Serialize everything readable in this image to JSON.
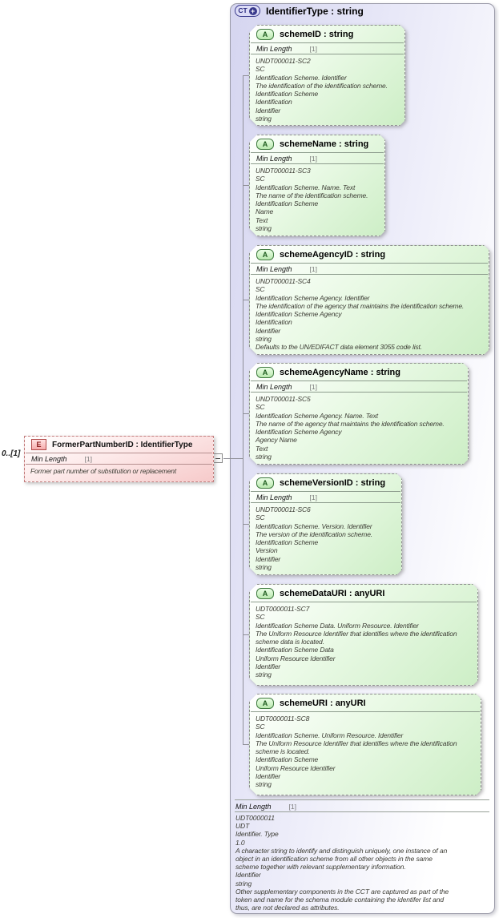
{
  "colors": {
    "container_fill": "#d5d5f0",
    "attribute_fill": "#cdeec6",
    "attribute_border": "#8f8f8f",
    "element_fill": "#f6caca",
    "element_border": "#c27d7d",
    "icon_green": "#3f7a3f",
    "icon_red": "#b24a4a",
    "icon_navy": "#39398c"
  },
  "element": {
    "icon_label": "E",
    "title": "FormerPartNumberID : IdentifierType",
    "cardinality": "0..[1]",
    "facet_name": "Min Length",
    "facet_value": "[1]",
    "annotation": "Former part number of substitution or replacement"
  },
  "ct": {
    "icon_label": "CT",
    "icon_plus": "+",
    "title": "IdentifierType : string",
    "facet_name": "Min Length",
    "facet_value": "[1]",
    "annotation": "UDT0000011\nUDT\nIdentifier. Type\n1.0\nA character string to identify and distinguish uniquely, one instance of an\nobject in an identification scheme from all other objects in the same\nscheme together with relevant supplementary information.\nIdentifier\nstring\nOther supplementary components in the CCT are captured as part of the\ntoken and name for the schema module containing the identifer list and\nthus, are not declared as attributes.",
    "attributes": [
      {
        "icon_label": "A",
        "title": "schemeID : string",
        "facet_name": "Min Length",
        "facet_value": "[1]",
        "annotation": "UNDT000011-SC2\nSC\nIdentification Scheme. Identifier\nThe identification of the identification scheme.\nIdentification Scheme\nIdentification\nIdentifier\nstring"
      },
      {
        "icon_label": "A",
        "title": "schemeName : string",
        "facet_name": "Min Length",
        "facet_value": "[1]",
        "annotation": "UNDT000011-SC3\nSC\nIdentification Scheme. Name. Text\nThe name of the identification scheme.\nIdentification Scheme\nName\nText\nstring"
      },
      {
        "icon_label": "A",
        "title": "schemeAgencyID : string",
        "facet_name": "Min Length",
        "facet_value": "[1]",
        "annotation": "UNDT000011-SC4\nSC\nIdentification Scheme Agency. Identifier\nThe identification of the agency that maintains the identification scheme.\nIdentification Scheme Agency\nIdentification\nIdentifier\nstring\nDefaults to the UN/EDIFACT data element 3055 code list."
      },
      {
        "icon_label": "A",
        "title": "schemeAgencyName : string",
        "facet_name": "Min Length",
        "facet_value": "[1]",
        "annotation": "UNDT000011-SC5\nSC\nIdentification Scheme Agency. Name. Text\nThe name of the agency that maintains the identification scheme.\nIdentification Scheme Agency\nAgency Name\nText\nstring"
      },
      {
        "icon_label": "A",
        "title": "schemeVersionID : string",
        "facet_name": "Min Length",
        "facet_value": "[1]",
        "annotation": "UNDT000011-SC6\nSC\nIdentification Scheme. Version. Identifier\nThe version of the identification scheme.\nIdentification Scheme\nVersion\nIdentifier\nstring"
      },
      {
        "icon_label": "A",
        "title": "schemeDataURI : anyURI",
        "annotation": "UDT0000011-SC7\nSC\nIdentification Scheme Data. Uniform Resource. Identifier\nThe Uniform Resource Identifier that identifies where the identification\nscheme data is located.\nIdentification Scheme Data\nUniform Resource Identifier\nIdentifier\nstring"
      },
      {
        "icon_label": "A",
        "title": "schemeURI : anyURI",
        "annotation": "UDT0000011-SC8\nSC\nIdentification Scheme. Uniform Resource. Identifier\nThe Uniform Resource Identifier that identifies where the identification\nscheme is located.\nIdentification Scheme\nUniform Resource Identifier\nIdentifier\nstring"
      }
    ]
  }
}
